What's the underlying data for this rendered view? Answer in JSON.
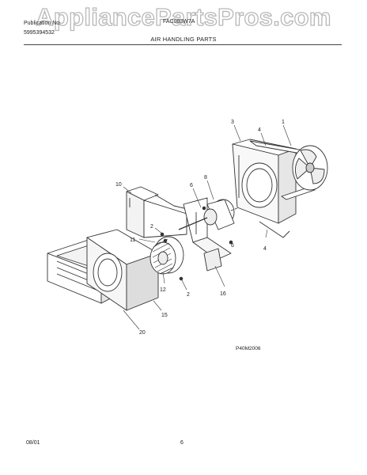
{
  "header": {
    "line1": "Publication No.",
    "line2": "5995394532",
    "model": "FAC083W7A",
    "title": "AIR HANDLING PARTS"
  },
  "watermark": "AppliancePartsPros.com",
  "callouts": {
    "c1": "1",
    "c3": "3",
    "c4a": "4",
    "c8": "8",
    "c6a": "6",
    "c10": "10",
    "c2a": "2",
    "c11": "11",
    "c6b": "6",
    "c4b": "4",
    "c12": "12",
    "c2b": "2",
    "c16": "16",
    "c15": "15",
    "c20": "20"
  },
  "figure_id": "P40M2006",
  "footer": {
    "date": "08/01",
    "page": "6"
  }
}
